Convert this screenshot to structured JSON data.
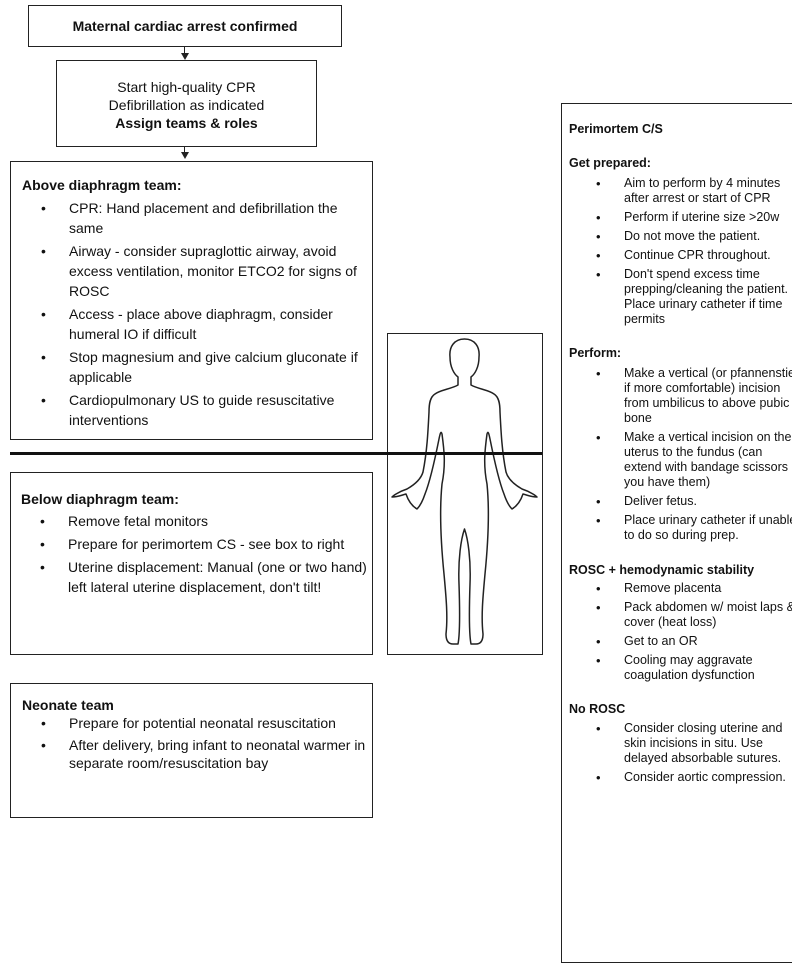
{
  "flow": {
    "step1": "Maternal cardiac arrest confirmed",
    "step2_lines": [
      "Start high-quality CPR",
      "Defibrillation as indicated"
    ],
    "step2_bold": "Assign teams & roles"
  },
  "above_team": {
    "title": "Above diaphragm team:",
    "items": [
      "CPR: Hand placement and defibrillation the same",
      "Airway - consider supraglottic airway, avoid excess ventilation, monitor ETCO2 for signs of ROSC",
      "Access - place above diaphragm, consider humeral IO if difficult",
      "Stop magnesium and give calcium gluconate if applicable",
      "Cardiopulmonary US to guide resuscitative interventions"
    ]
  },
  "below_team": {
    "title": "Below diaphragm team:",
    "items": [
      "Remove fetal monitors",
      "Prepare for perimortem CS - see box to right",
      "Uterine displacement: Manual (one or two hand) left lateral uterine displacement, don't tilt!"
    ]
  },
  "neonate_team": {
    "title": "Neonate team",
    "items": [
      "Prepare for potential neonatal resuscitation",
      "After delivery, bring infant to neonatal warmer in separate room/resuscitation bay"
    ]
  },
  "perimortem": {
    "title": "Perimortem C/S",
    "sections": [
      {
        "heading": "Get prepared:",
        "items": [
          "Aim to perform by 4 minutes after arrest or start of CPR",
          "Perform if uterine size >20w",
          "Do not move the patient.",
          "Continue CPR throughout.",
          "Don't spend excess time prepping/cleaning the patient. Place urinary catheter if time permits"
        ]
      },
      {
        "heading": "Perform:",
        "items": [
          "Make a vertical (or pfannenstiel if more comfortable) incision from umbilicus to above pubic bone",
          "Make a vertical incision on the uterus to the fundus (can extend with bandage scissors if you have them)",
          "Deliver fetus.",
          "Place urinary catheter if unable to do so during prep."
        ]
      },
      {
        "heading": "ROSC + hemodynamic stability",
        "items": [
          "Remove placenta",
          "Pack abdomen w/ moist laps & cover (heat loss)",
          "Get to an OR",
          "Cooling may aggravate coagulation dysfunction"
        ]
      },
      {
        "heading": "No ROSC",
        "items": [
          "Consider closing uterine and skin incisions in situ. Use delayed absorbable sutures.",
          "Consider aortic compression."
        ]
      }
    ]
  }
}
